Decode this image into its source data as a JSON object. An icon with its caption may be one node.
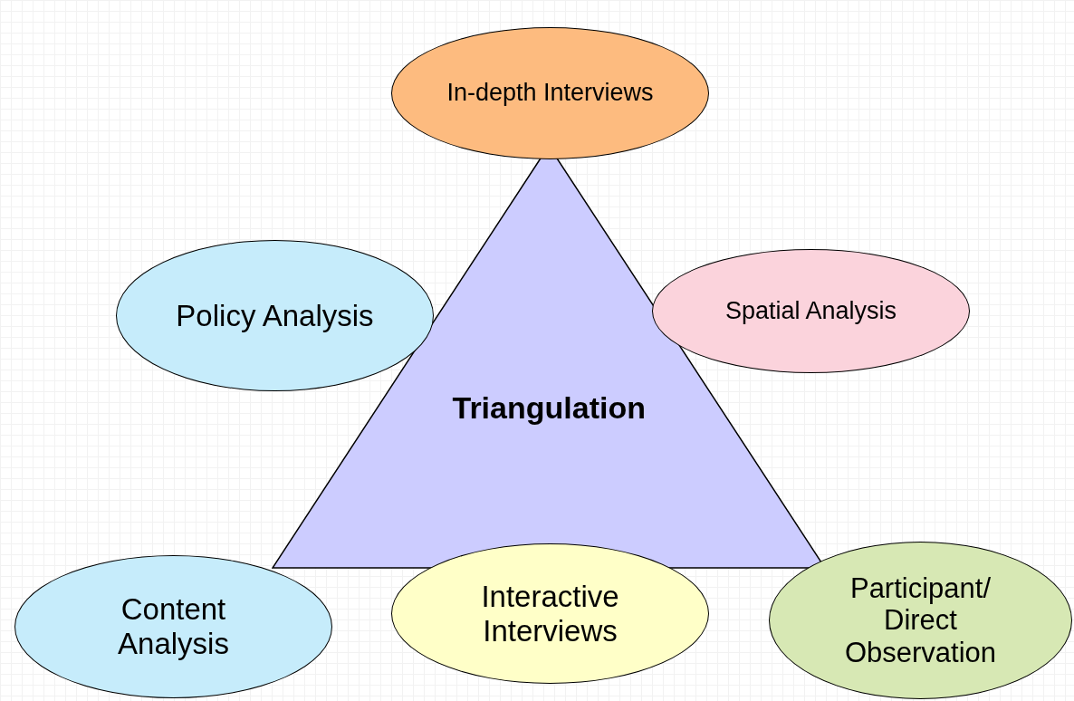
{
  "diagram": {
    "nodes": [
      {
        "text": [
          "In-depth Interviews"
        ]
      },
      {
        "text": [
          "Policy Analysis"
        ]
      },
      {
        "text": [
          "Spatial Analysis"
        ]
      },
      {
        "text": [
          "Triangulation"
        ]
      },
      {
        "text": [
          "Content Analysis"
        ]
      },
      {
        "text": [
          "Interactive Interviews"
        ]
      },
      {
        "text": [
          "Participant/ Direct Observation"
        ]
      }
    ],
    "edges": []
  }
}
